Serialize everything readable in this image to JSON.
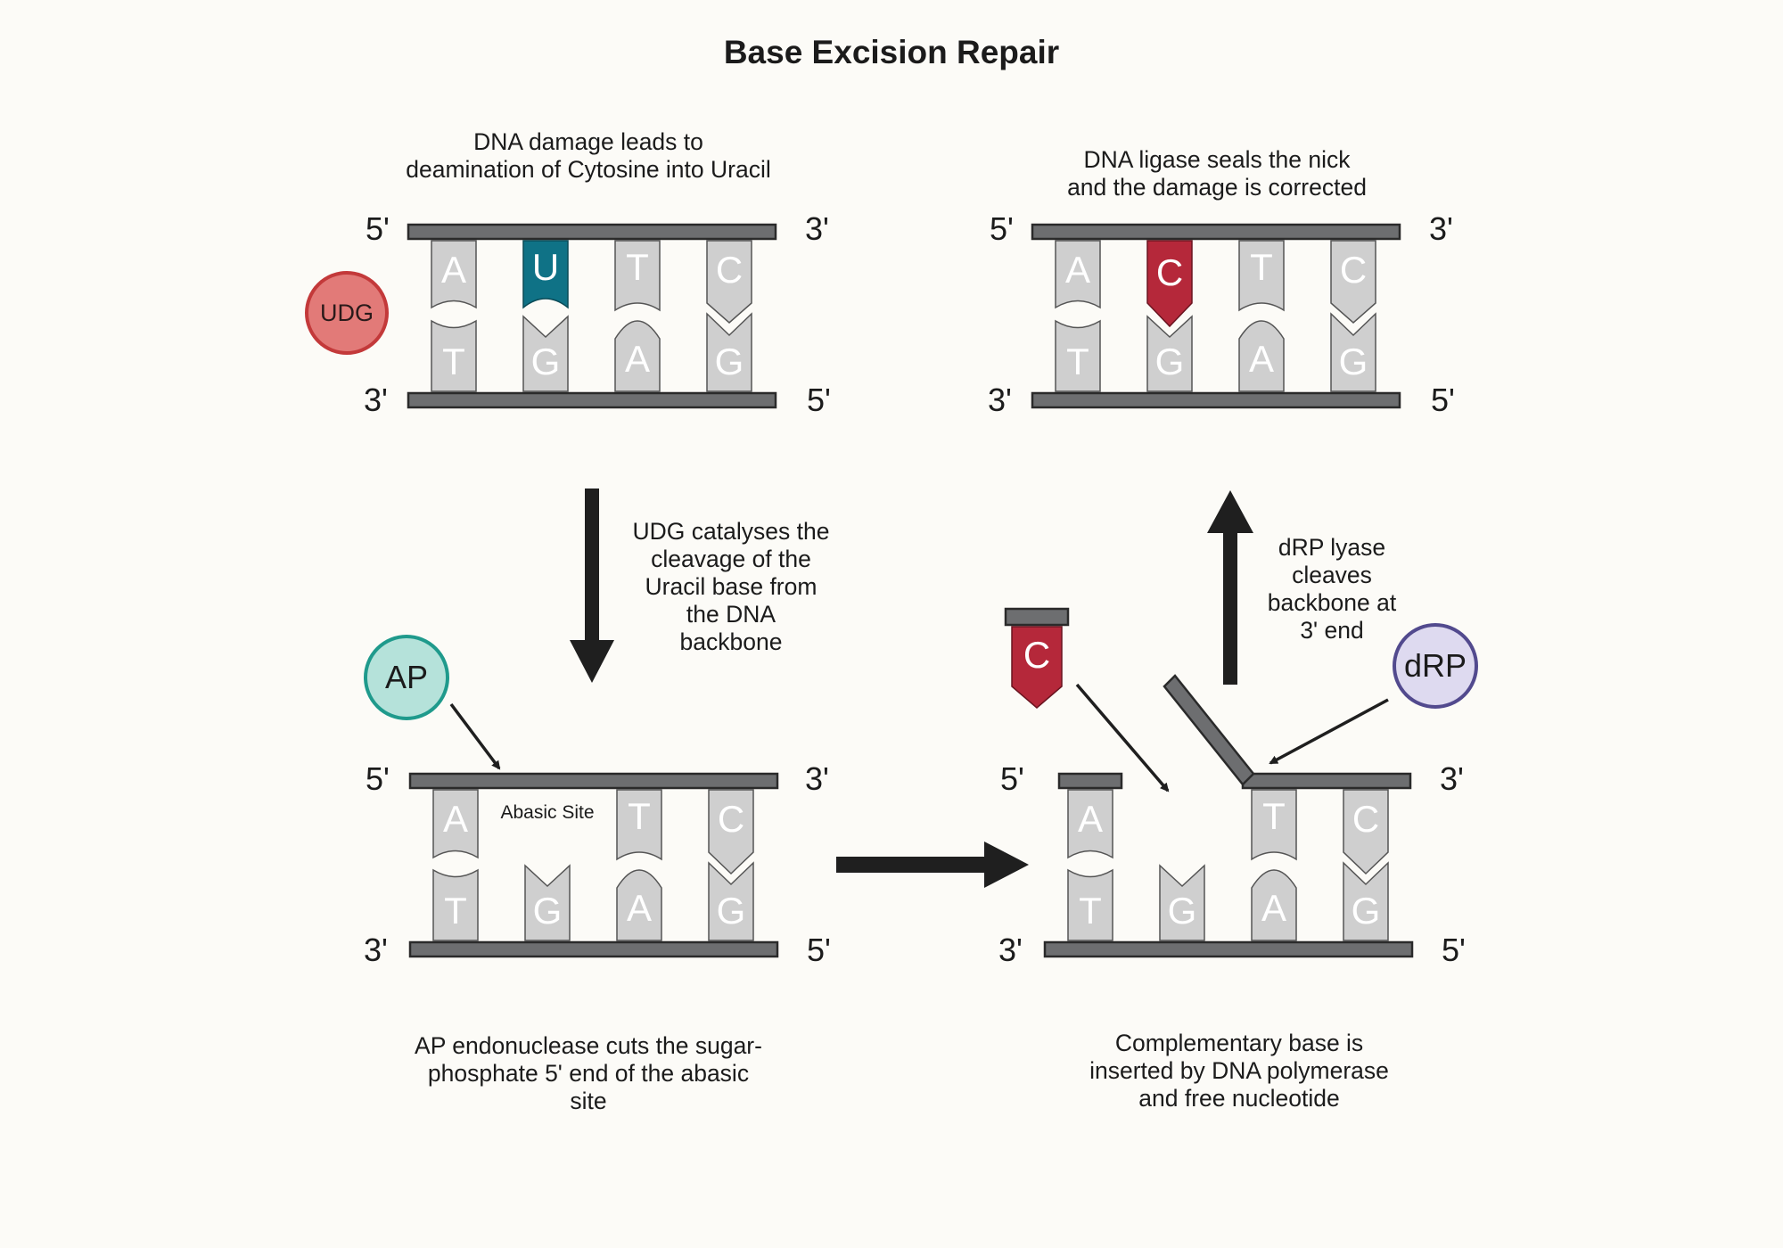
{
  "title": "Base Excision Repair",
  "panels": {
    "step1": {
      "caption_lines": [
        "DNA damage leads to",
        "deamination of Cytosine into Uracil"
      ],
      "top_strand": [
        "A",
        "U",
        "T",
        "C"
      ],
      "bottom_strand": [
        "T",
        "G",
        "A",
        "G"
      ]
    },
    "step2": {
      "caption_lines": [
        "AP endonuclease cuts the sugar-",
        "phosphate 5' end of the abasic",
        "site"
      ],
      "top_strand": [
        "A",
        "",
        "T",
        "C"
      ],
      "bottom_strand": [
        "T",
        "G",
        "A",
        "G"
      ],
      "abasic_label": "Abasic Site"
    },
    "step3": {
      "caption_lines": [
        "Complementary base is",
        "inserted by DNA polymerase",
        "and free nucleotide"
      ],
      "top_strand": [
        "A",
        "",
        "T",
        "C"
      ],
      "bottom_strand": [
        "T",
        "G",
        "A",
        "G"
      ],
      "free_nucleotide": "C"
    },
    "step4": {
      "caption_lines": [
        "DNA ligase seals the nick",
        "and the damage is corrected"
      ],
      "top_strand": [
        "A",
        "C",
        "T",
        "C"
      ],
      "bottom_strand": [
        "T",
        "G",
        "A",
        "G"
      ]
    }
  },
  "arrows": {
    "udg_caption_lines": [
      "UDG catalyses the",
      "cleavage of the",
      "Uracil base from",
      "the DNA",
      "backbone"
    ],
    "drp_caption_lines": [
      "dRP lyase",
      "cleaves",
      "backbone at",
      "3' end"
    ]
  },
  "strand_ends": {
    "five_prime": "5'",
    "three_prime": "3'"
  },
  "enzymes": {
    "udg": "UDG",
    "ap": "AP",
    "drp": "dRP"
  },
  "colors": {
    "background": "#fcfbf7",
    "backbone": "#6d6e70",
    "base_grey": "#cfcfcf",
    "uracil": "#0f7286",
    "cytosine_new": "#b5283a",
    "arrow": "#1f1f1f"
  }
}
